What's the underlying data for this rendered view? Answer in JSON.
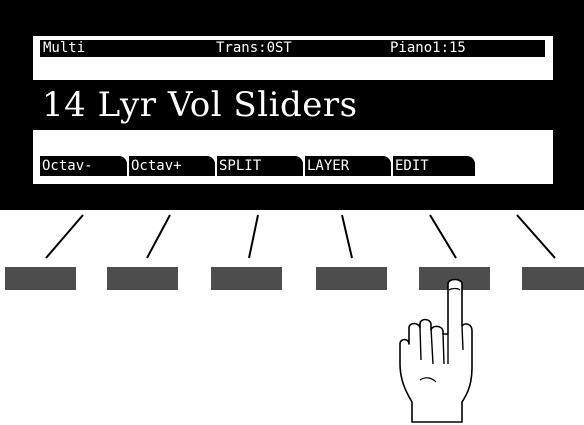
{
  "display": {
    "status": {
      "mode": "Multi",
      "transpose": "Trans:0ST",
      "program": "Piano1:15"
    },
    "name": "14 Lyr Vol Sliders",
    "softkeys": [
      "Octav-",
      "Octav+",
      "SPLIT",
      "LAYER",
      "EDIT"
    ]
  },
  "colors": {
    "bezel": "#000000",
    "screen": "#ffffff",
    "button": "#4d4d4d"
  },
  "pointer": {
    "icon": "hand-pointer-icon",
    "pressing_button": 5
  }
}
